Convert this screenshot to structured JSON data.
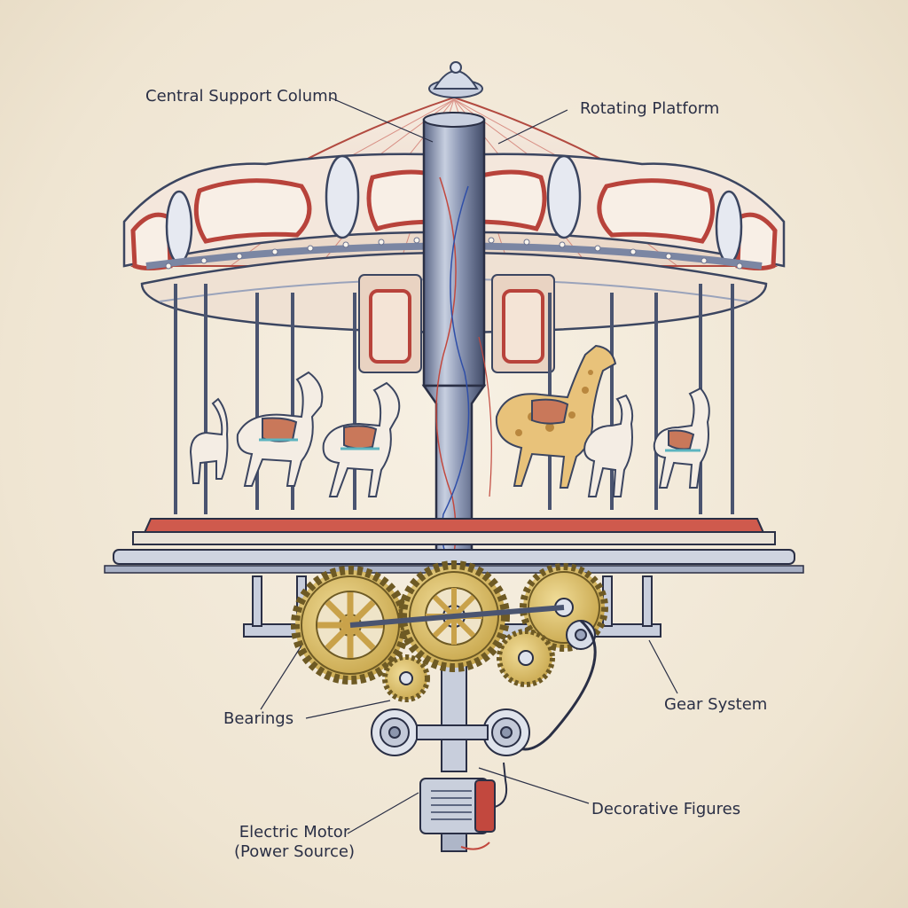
{
  "labels": {
    "central_support_column": "Central Support Column",
    "rotating_platform": "Rotating Platform",
    "bearings": "Bearings",
    "gear_system": "Gear System",
    "decorative_figures": "Decorative Figures",
    "electric_motor_line1": "Electric Motor",
    "electric_motor_line2": "(Power Source)"
  },
  "colors": {
    "paper": "#f3eadb",
    "ink": "#2a2f45",
    "red_trim": "#c2483e",
    "brass": "#d8b860",
    "steel": "#7f8aa6",
    "canopy": "#f1e2d4"
  }
}
